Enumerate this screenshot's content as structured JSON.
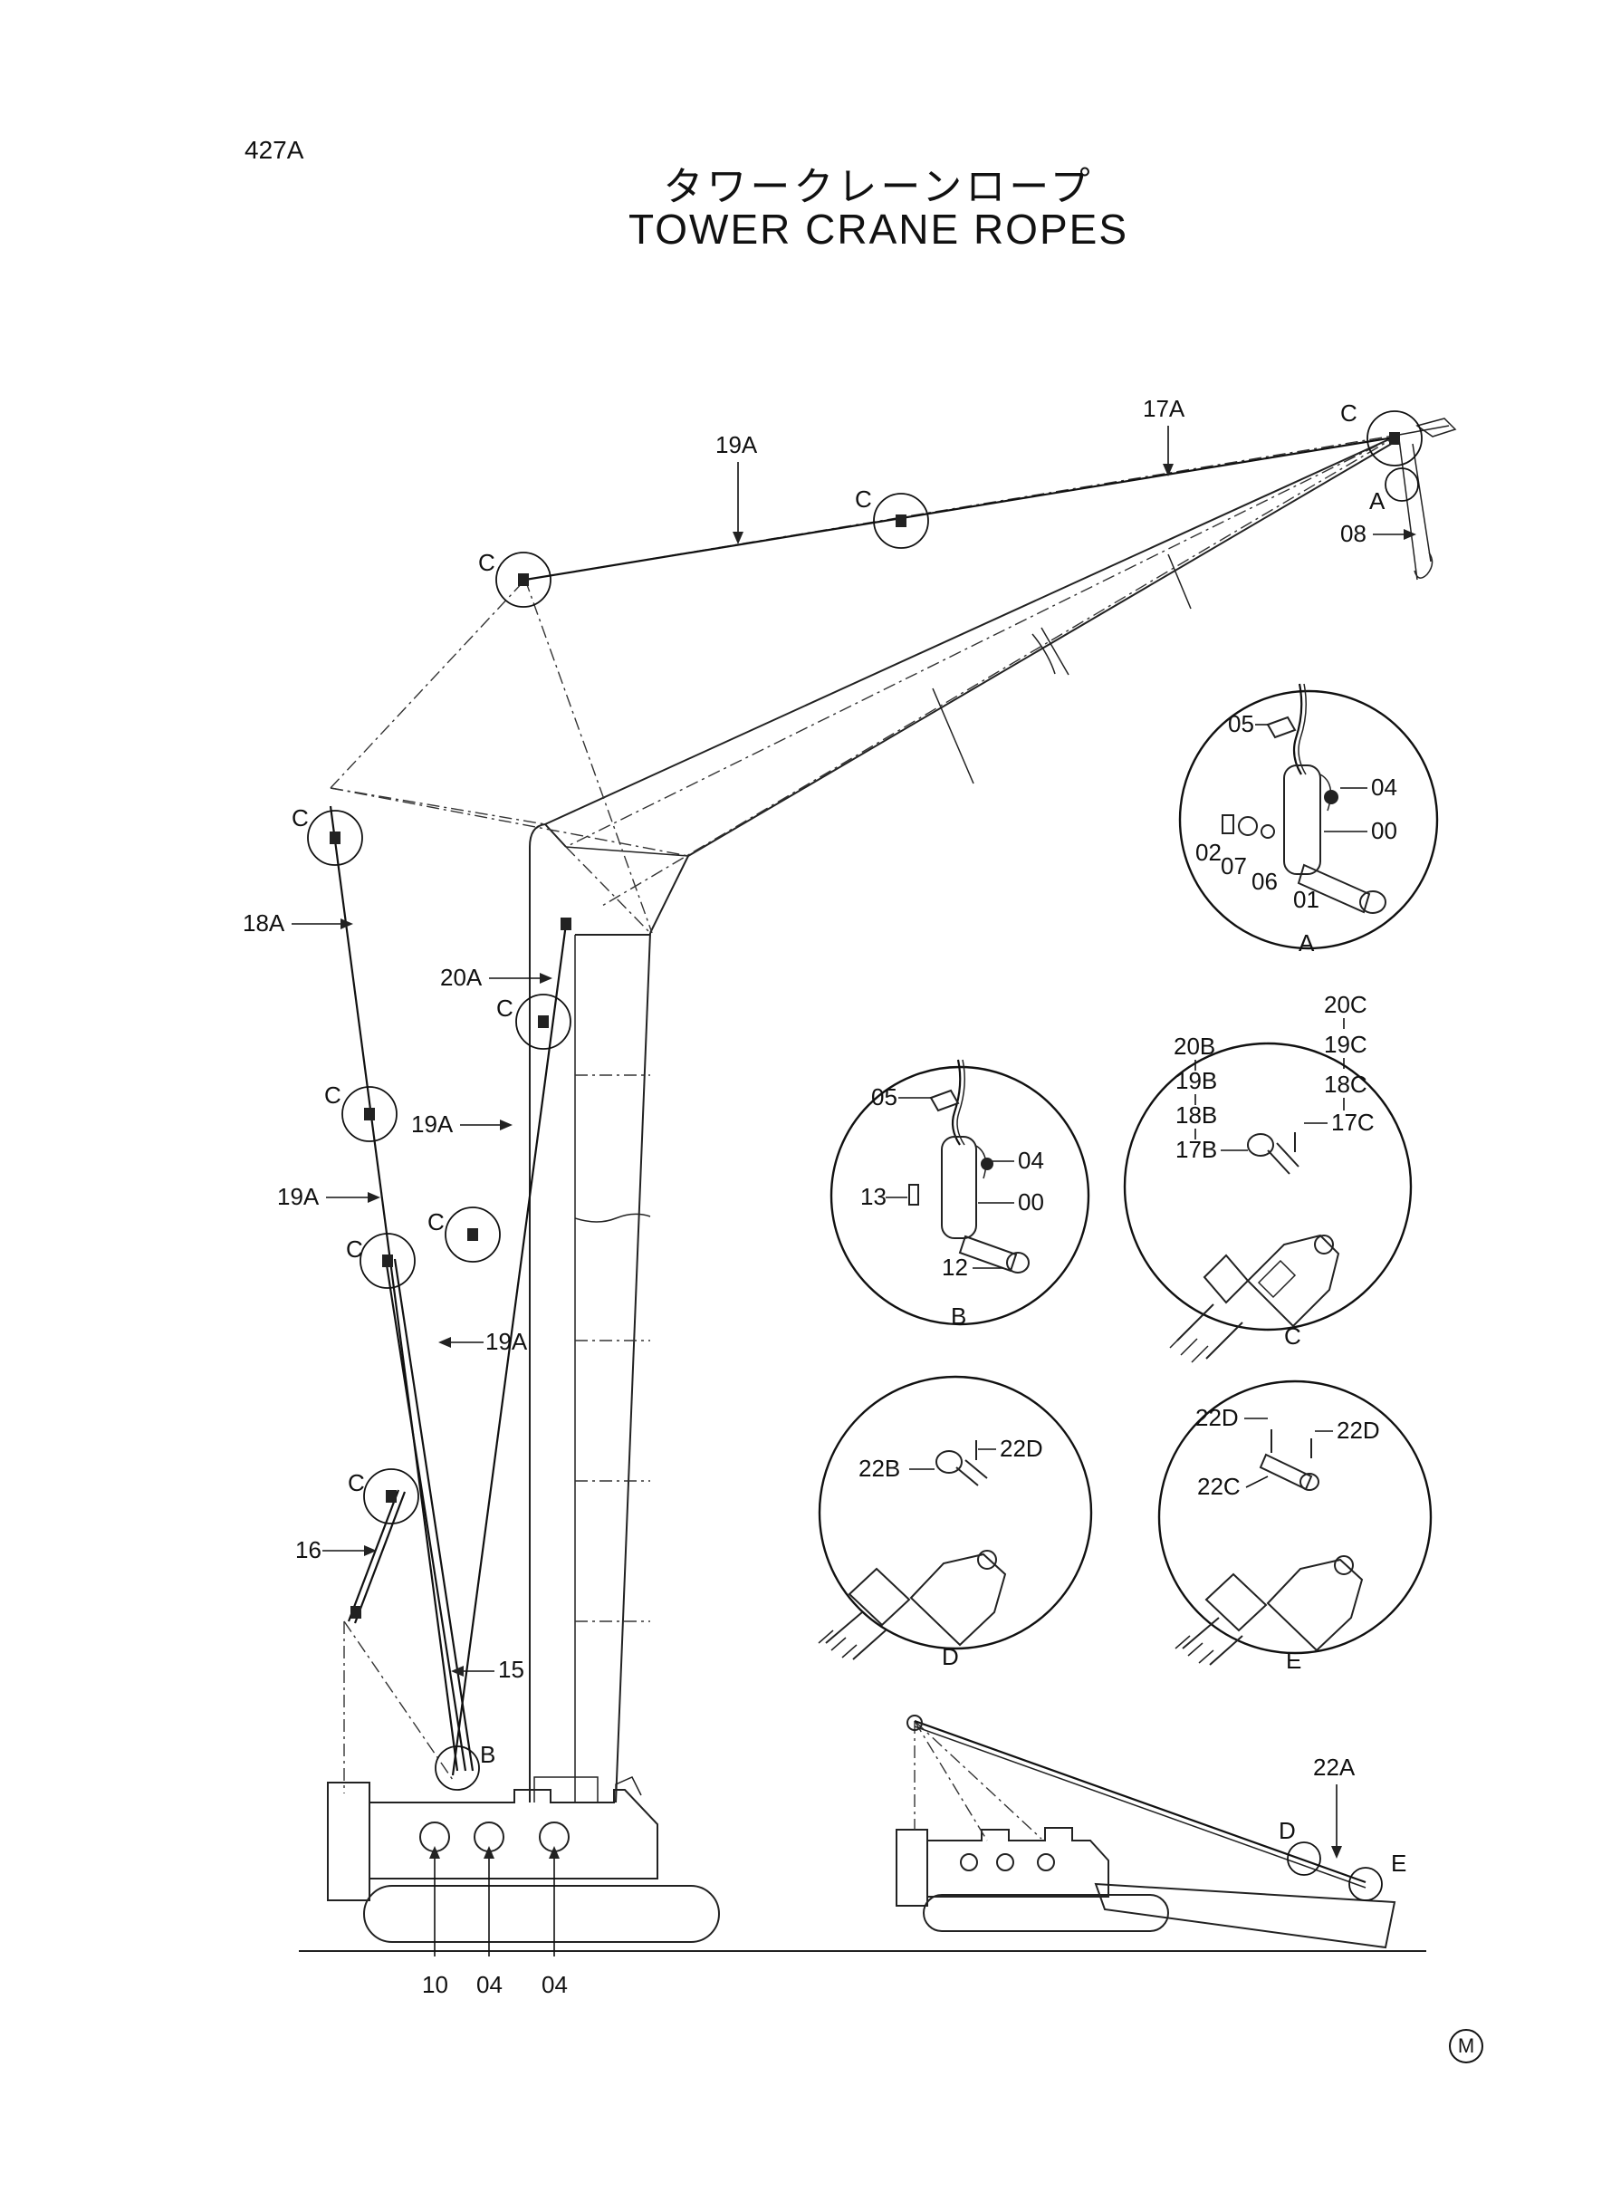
{
  "page_code": "427A",
  "title_jp": "タワークレーンロープ",
  "title_en": "TOWER CRANE ROPES",
  "footer_mark": "M",
  "callouts": {
    "c_17a": "17A",
    "c_19a_top": "19A",
    "c_18a": "18A",
    "c_20a": "20A",
    "c_19a_mid": "19A",
    "c_19a_left": "19A",
    "c_19a_low": "19A",
    "c_16": "16",
    "c_15": "15",
    "c_08": "08",
    "c_22a": "22A",
    "bottom_10": "10",
    "bottom_04a": "04",
    "bottom_04b": "04"
  },
  "markers": {
    "c": "C",
    "a": "A",
    "b": "B",
    "d": "D",
    "e": "E"
  },
  "detail_a": {
    "letter": "A",
    "labels": {
      "l05": "05",
      "l04": "04",
      "l00": "00",
      "l02": "02",
      "l07": "07",
      "l06": "06",
      "l01": "01"
    }
  },
  "detail_b": {
    "letter": "B",
    "labels": {
      "l05": "05",
      "l04": "04",
      "l13": "13",
      "l00": "00",
      "l12": "12"
    }
  },
  "detail_c": {
    "letter": "C",
    "labels": {
      "l20b": "20B",
      "l19b": "19B",
      "l18b": "18B",
      "l17b": "17B",
      "l20c": "20C",
      "l19c": "19C",
      "l18c": "18C",
      "l17c": "17C"
    }
  },
  "detail_d": {
    "letter": "D",
    "labels": {
      "l22b": "22B",
      "l22d": "22D"
    }
  },
  "detail_e": {
    "letter": "E",
    "labels": {
      "l22d_a": "22D",
      "l22d_b": "22D",
      "l22c": "22C"
    }
  }
}
